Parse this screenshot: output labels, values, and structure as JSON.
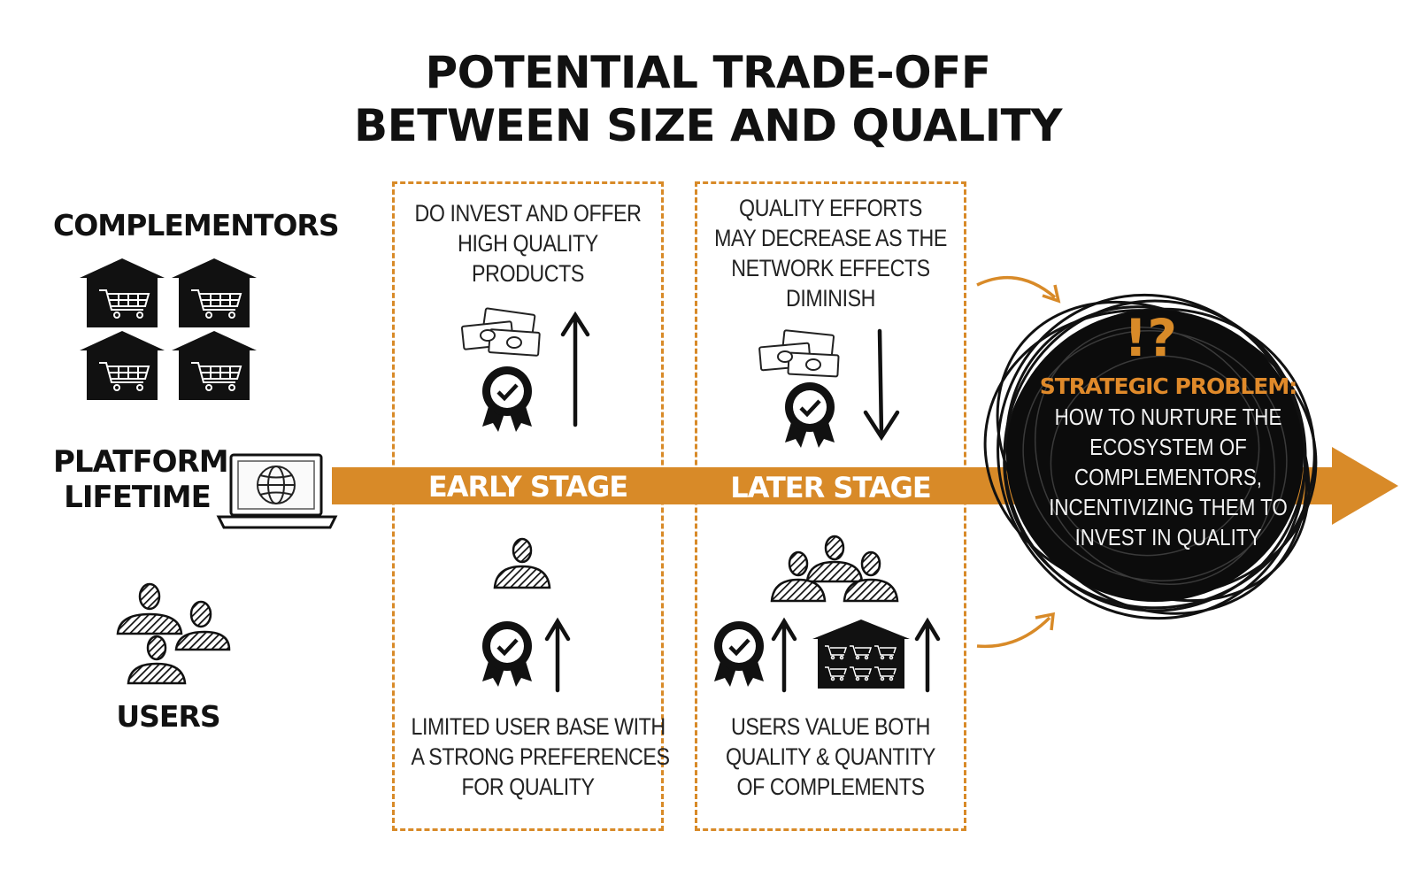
{
  "title": {
    "line1": "POTENTIAL TRADE-OFF",
    "line2": "BETWEEN SIZE AND QUALITY"
  },
  "labels": {
    "complementors": "COMPLEMENTORS",
    "platform_line1": "PLATFORM",
    "platform_line2": "LIFETIME",
    "users": "USERS"
  },
  "stages": {
    "early": "EARLY STAGE",
    "later": "LATER STAGE"
  },
  "early_panel": {
    "top_lines": [
      "DO INVEST AND OFFER",
      "HIGH QUALITY",
      "PRODUCTS"
    ],
    "bottom_lines": [
      "LIMITED USER BASE WITH",
      "A STRONG PREFERENCES",
      "FOR QUALITY"
    ]
  },
  "later_panel": {
    "top_lines": [
      "QUALITY EFFORTS",
      "MAY DECREASE AS THE",
      "NETWORK EFFECTS",
      "DIMINISH"
    ],
    "bottom_lines": [
      "USERS VALUE BOTH",
      "QUALITY & QUANTITY",
      "OF COMPLEMENTS"
    ]
  },
  "problem": {
    "symbol": "!?",
    "heading": "STRATEGIC PROBLEM:",
    "lines": [
      "HOW TO NURTURE THE",
      "ECOSYSTEM OF",
      "COMPLEMENTORS,",
      "INCENTIVIZING THEM TO",
      "INVEST IN QUALITY"
    ]
  },
  "colors": {
    "accent": "#d88a28",
    "ink": "#111111",
    "problem_heading": "#e08a2a"
  },
  "icons": {
    "complementor_stores": "shopping-cart-store-icon",
    "platform": "laptop-globe-icon",
    "users": "user-group-icon",
    "money": "money-stack-icon",
    "quality": "quality-badge-icon",
    "increase": "arrow-up-icon",
    "decrease": "arrow-down-icon"
  }
}
